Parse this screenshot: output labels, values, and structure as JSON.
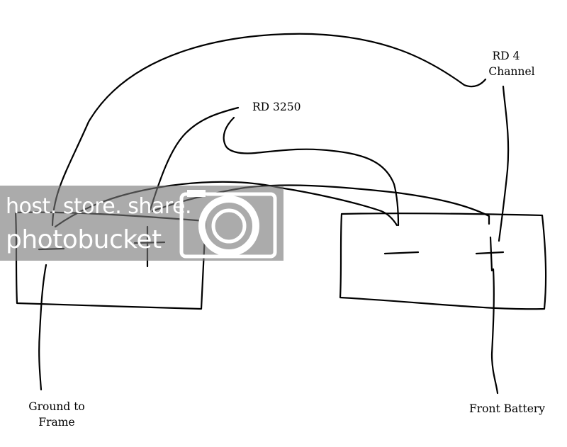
{
  "labels": {
    "rd_4": "RD 4",
    "channel": "Channel",
    "rd_3250": "RD 3250",
    "ground_line1": "Ground to",
    "ground_line2": "Frame",
    "front_battery": "Front Battery"
  },
  "watermark": {
    "line1": "host. store. share.",
    "line2": "photobucket"
  },
  "terminals": {
    "left_neg": "−",
    "left_pos": "+",
    "right_neg": "−",
    "right_pos": "+"
  },
  "colors": {
    "ink": "#000000",
    "watermark_band": "#787878",
    "watermark_text": "#ffffff"
  }
}
